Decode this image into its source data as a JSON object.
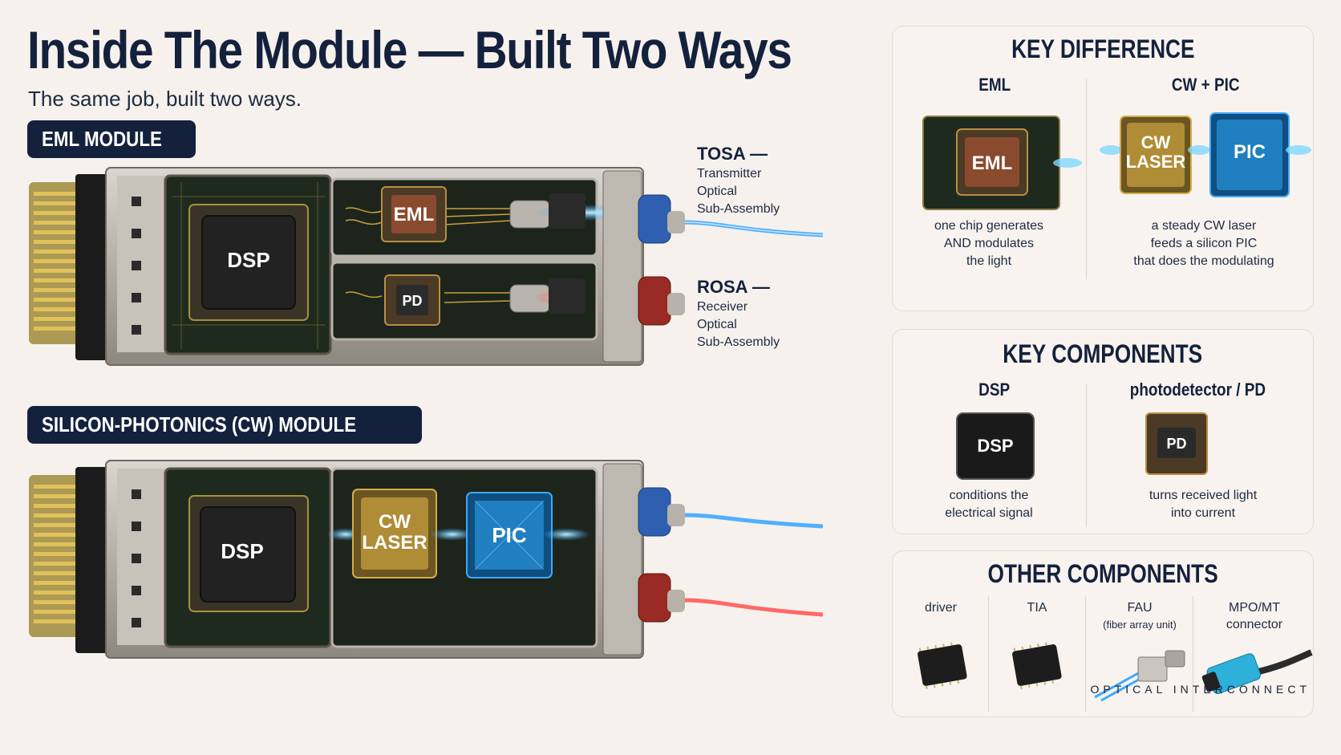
{
  "title": "Inside The Module — Built Two Ways",
  "subtitle": "The same job, built two ways.",
  "eml_module": {
    "badge": "EML MODULE",
    "chips": {
      "dsp": "DSP",
      "eml": "EML",
      "pd": "PD"
    },
    "tosa": {
      "head": "TOSA —",
      "lines": [
        "Transmitter",
        "Optical",
        "Sub-Assembly"
      ]
    },
    "rosa": {
      "head": "ROSA —",
      "lines": [
        "Receiver",
        "Optical",
        "Sub-Assembly"
      ]
    }
  },
  "sip_module": {
    "badge": "SILICON-PHOTONICS (CW) MODULE",
    "chips": {
      "dsp": "DSP",
      "cw_laser_1": "CW",
      "cw_laser_2": "LASER",
      "pic": "PIC"
    }
  },
  "key_difference": {
    "title": "KEY DIFFERENCE",
    "eml": {
      "head": "EML",
      "chip": "EML",
      "lines": [
        "one chip generates",
        "AND modulates",
        "the light"
      ]
    },
    "cwpic": {
      "head": "CW + PIC",
      "chip_laser_1": "CW",
      "chip_laser_2": "LASER",
      "chip_pic": "PIC",
      "lines": [
        "a steady CW laser",
        "feeds a silicon PIC",
        "that does the modulating"
      ]
    }
  },
  "key_components": {
    "title": "KEY COMPONENTS",
    "dsp": {
      "head": "DSP",
      "chip": "DSP",
      "lines": [
        "conditions the",
        "electrical signal"
      ]
    },
    "pd": {
      "head": "photodetector / PD",
      "chip": "PD",
      "lines": [
        "turns received light",
        "into current"
      ]
    }
  },
  "other_components": {
    "title": "OTHER COMPONENTS",
    "items": [
      {
        "label": "driver",
        "sub": "",
        "icon": "chip-icon"
      },
      {
        "label": "TIA",
        "sub": "",
        "icon": "chip-icon"
      },
      {
        "label": "FAU",
        "sub": "(fiber array unit)",
        "icon": "fiber-array-icon"
      },
      {
        "label": "MPO/MT",
        "sub": "connector",
        "icon": "connector-icon"
      }
    ]
  },
  "footer": "OPTICAL INTERCONNECT",
  "colors": {
    "navy": "#14213d",
    "blue_fiber": "#3fa9ff",
    "red_fiber": "#ff5a5a",
    "pic_blue": "#1f7fc0",
    "eml_copper": "#8a4a2e",
    "laser_gold": "#c9a13a"
  }
}
